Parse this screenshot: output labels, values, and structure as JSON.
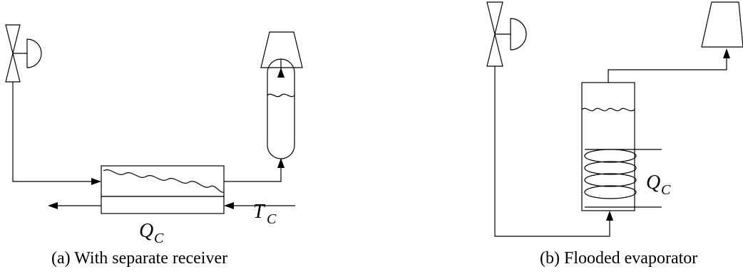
{
  "panel_a": {
    "caption": "(a) With separate receiver",
    "heat_symbol": "Q",
    "heat_subscript": "C",
    "temp_symbol": "T",
    "temp_subscript": "C"
  },
  "panel_b": {
    "caption": "(b) Flooded evaporator",
    "heat_symbol": "Q",
    "heat_subscript": "C"
  }
}
